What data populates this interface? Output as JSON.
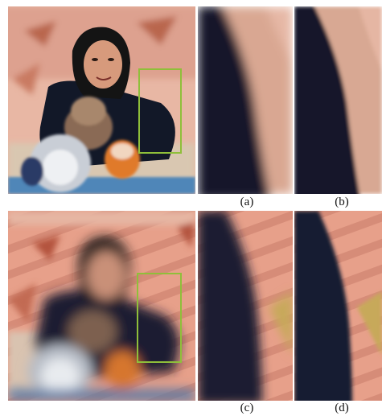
{
  "figure": {
    "labels": [
      "(a)",
      "(b)",
      "(c)",
      "(d)"
    ],
    "colors": {
      "highlight_box": "#8fbf3a",
      "cloth_dark": "#121828",
      "backdrop_pink": "#e59a86",
      "blanket_blue": "#4f86b8"
    }
  }
}
